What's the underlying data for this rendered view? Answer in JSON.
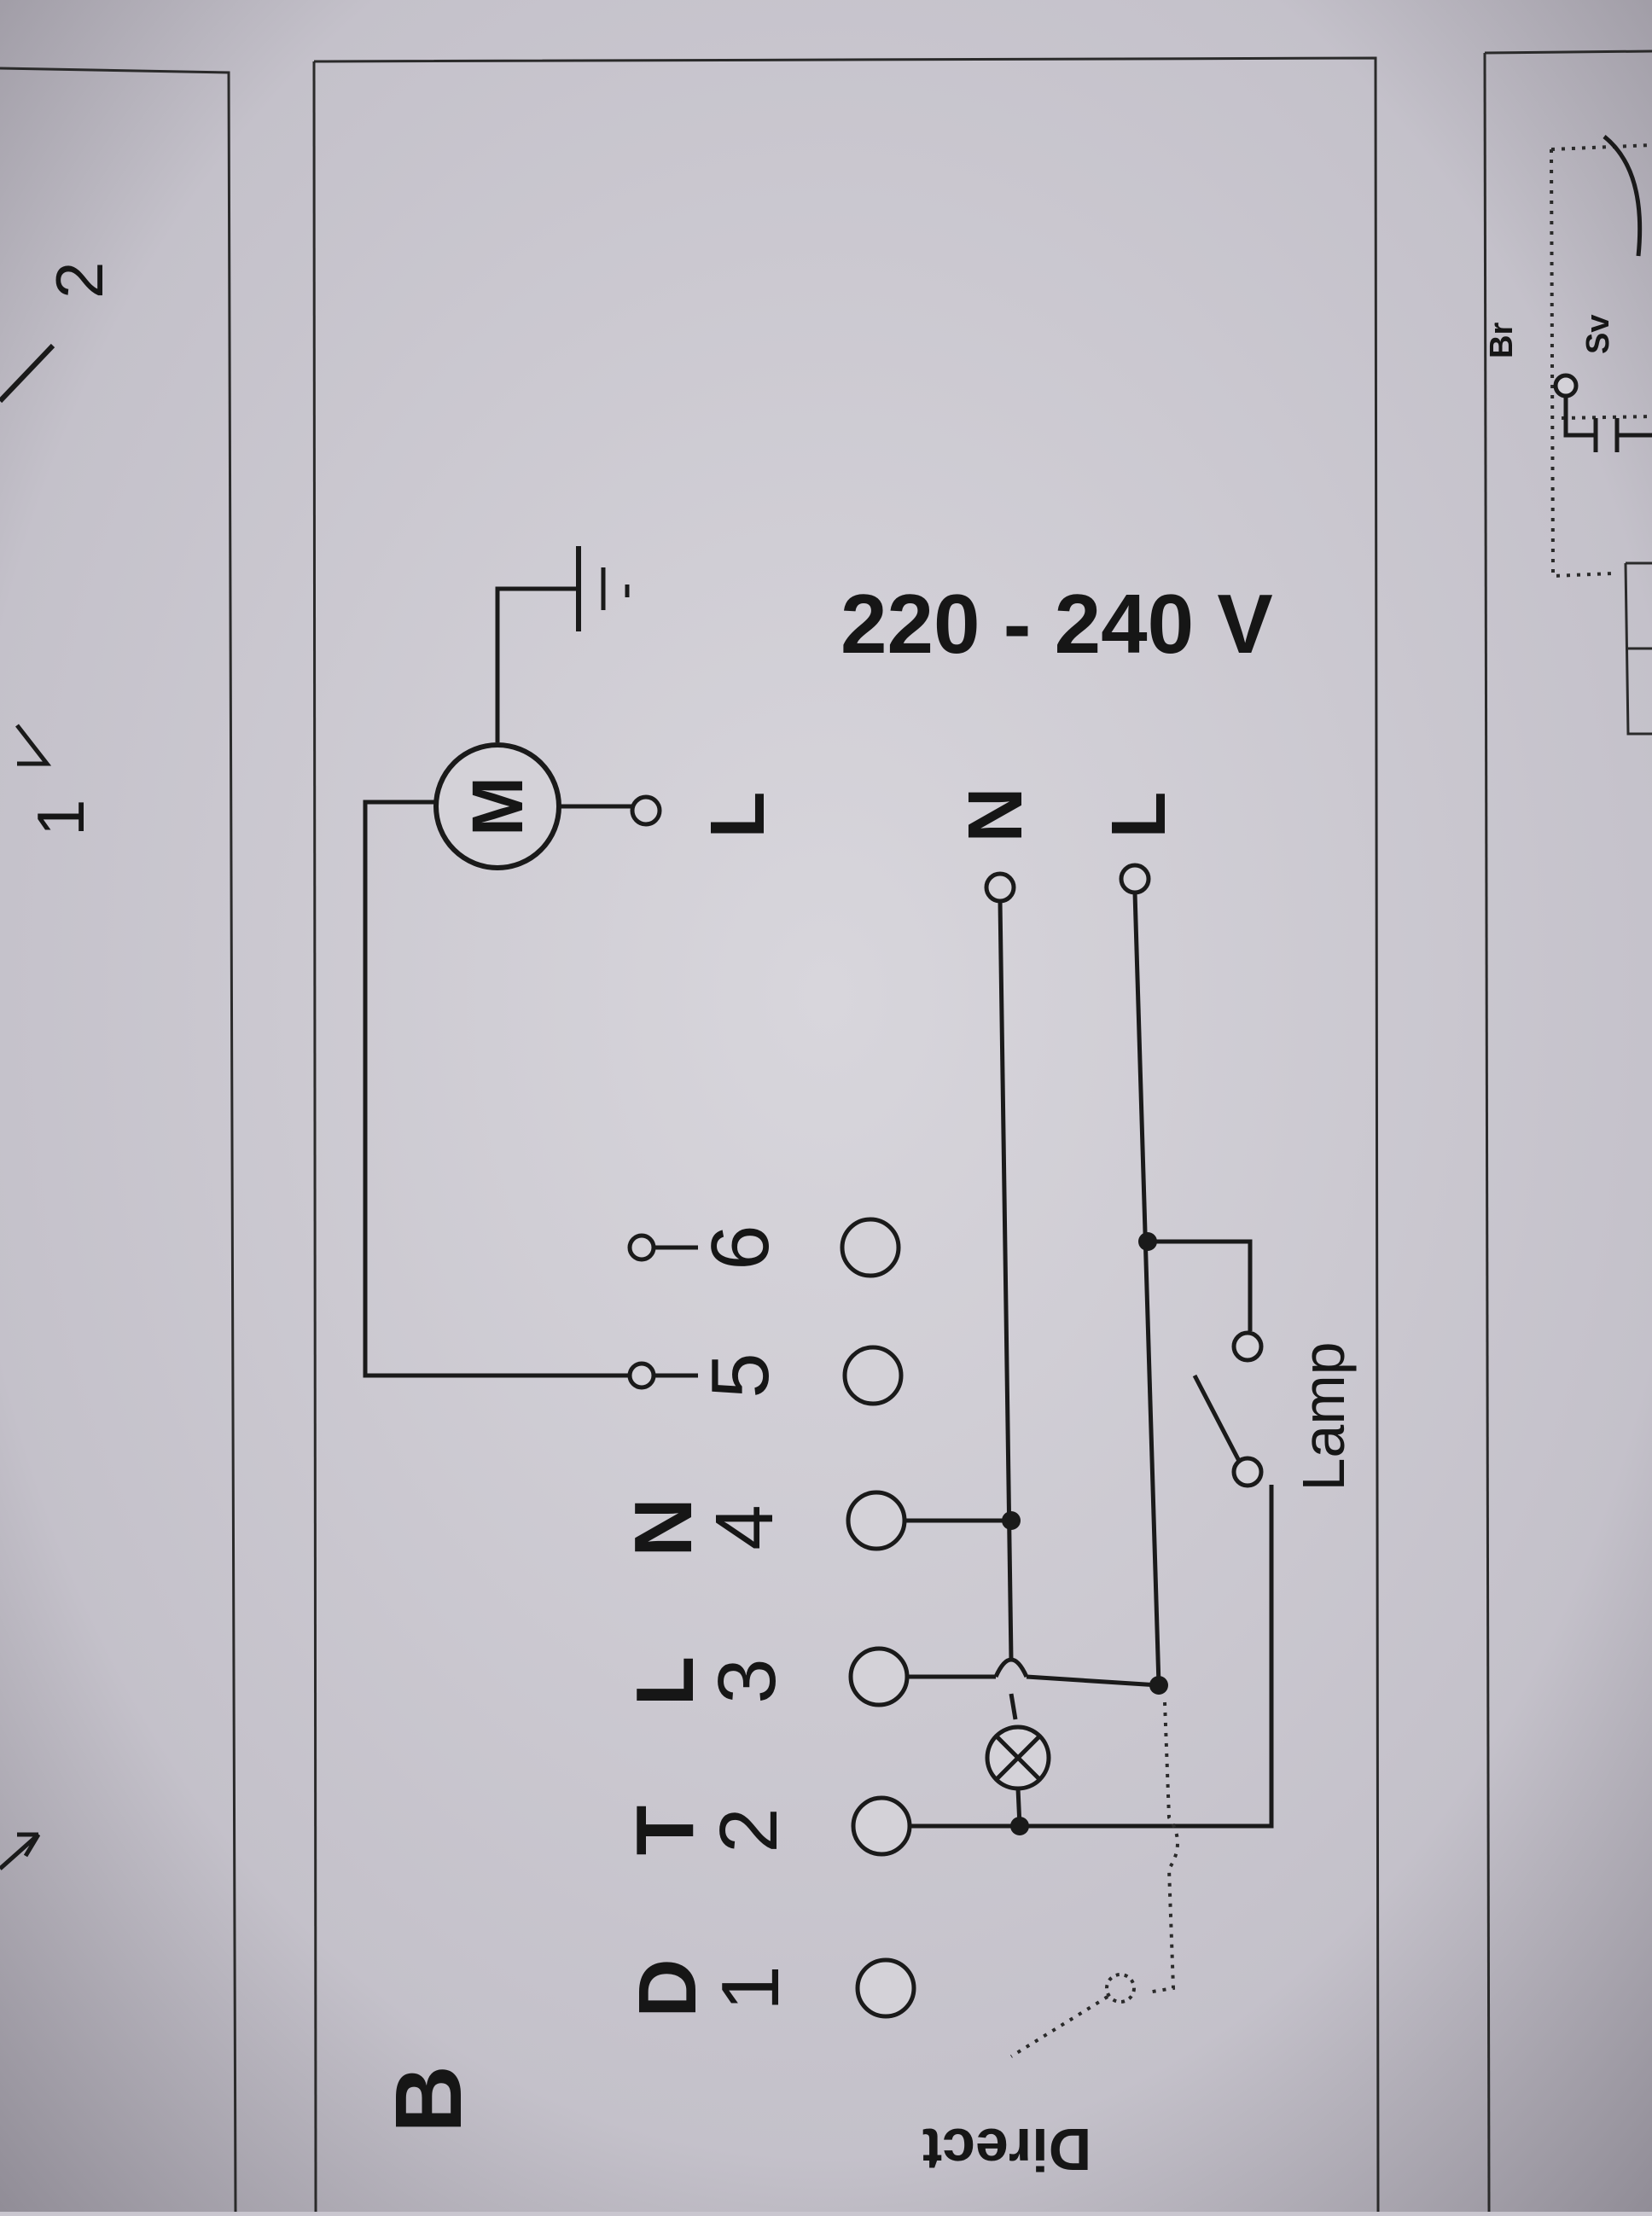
{
  "panel_label": "B",
  "voltage": "220 - 240 V",
  "left_panel": {
    "numbers": [
      "2",
      "1"
    ]
  },
  "motor": {
    "symbol": "M",
    "line_label": "L"
  },
  "supply": {
    "neutral": "N",
    "line": "L"
  },
  "terminals": [
    {
      "number": "6",
      "letter": ""
    },
    {
      "number": "5",
      "letter": ""
    },
    {
      "number": "4",
      "letter": "N"
    },
    {
      "number": "3",
      "letter": "L"
    },
    {
      "number": "2",
      "letter": "T"
    },
    {
      "number": "1",
      "letter": "D"
    }
  ],
  "lamp_label": "Lamp",
  "direct_label": "Direct",
  "right_panel": {
    "labels": [
      "Br",
      "Sv"
    ]
  },
  "colors": {
    "paper": "#c9c6cf",
    "ink": "#161616"
  }
}
